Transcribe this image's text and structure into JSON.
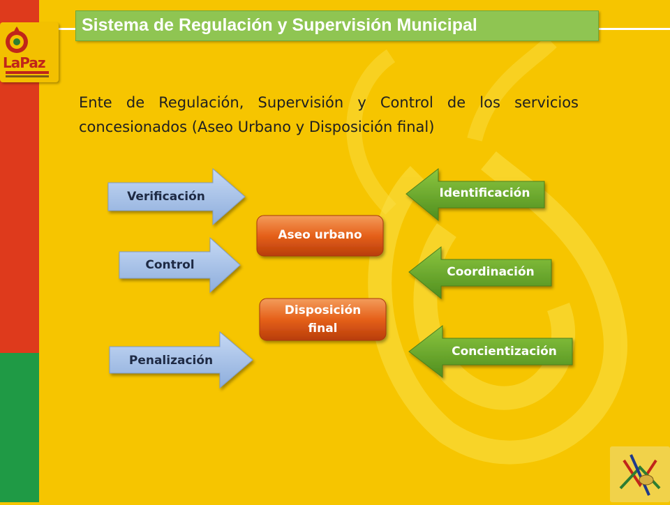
{
  "title": "Sistema de Regulación y Supervisión Municipal",
  "logo": {
    "text": "LaPaz"
  },
  "intro": {
    "line1": "Ente de Regulación, Supervisión y Control de los servicios",
    "line2": "concesionados (Aseo Urbano y Disposición final)"
  },
  "left_arrows": [
    "Verificación",
    "Control",
    "Penalización"
  ],
  "center_boxes": [
    {
      "line1": "Aseo urbano",
      "line2": ""
    },
    {
      "line1": "Disposición",
      "line2": "final"
    }
  ],
  "right_arrows": [
    "Identificación",
    "Coordinación",
    "Concientización"
  ],
  "colors": {
    "background": "#f6c500",
    "title_bg": "#8fc552",
    "left_arrow": "#a9c4ea",
    "right_arrow": "#6aa92f",
    "center_box": "#e5601a",
    "side_red": "#de3a1c",
    "side_green": "#1f9a45"
  }
}
